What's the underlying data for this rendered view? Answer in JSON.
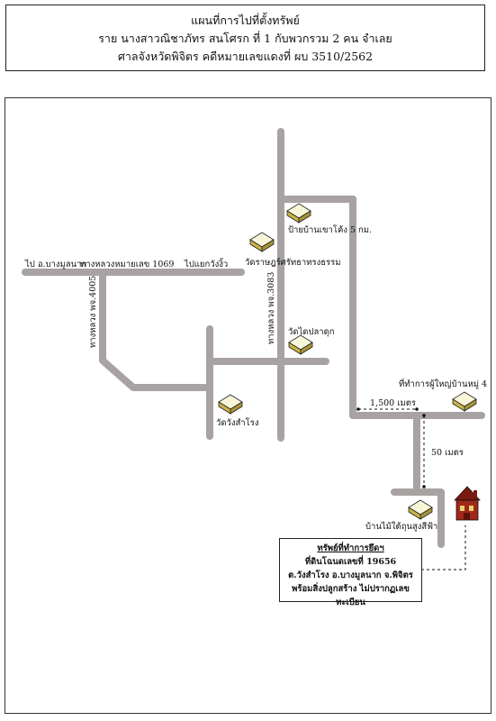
{
  "header": {
    "title": "แผนที่การไปที่ตั้งทรัพย์",
    "line2": "ราย นางสาวณิชาภัทร  สนโศรก ที่ 1 กับพวกรวม 2 คน  จำเลย",
    "line3": "ศาลจังหวัดพิจิตร   คดีหมายเลขแดงที่ ผบ 3510/2562"
  },
  "labels": {
    "to_bang_mun_nak": "ไป อ.บางมูลนาก",
    "highway_1069": "ทางหลวงหมายเลข 1069",
    "to_wang_ngio": "ไปแยกวังงิ้ว",
    "highway_4005": "ทางหลวง พจ.4005",
    "highway_3083": "ทางหลวง พจ.3083",
    "sign_khao_kong": "ป้ายบ้านเขาโค้ง 5 กม.",
    "wat_rat_burana": "วัดราษฎร์ศรัทธาทรงธรรม",
    "wat_dai_pla_duk": "วัดไดปลาดุก",
    "wat_wang_samrong": "วัดวังสำโรง",
    "village_head_office": "ที่ทำการผู้ใหญ่บ้านหมู่ 4",
    "dist_1500": "1,500 เมตร",
    "dist_50": "50 เมตร",
    "house_mai_dai": "บ้านไม้ใต้ถุนสูงสีฟ้า"
  },
  "property_box": {
    "title": "ทรัพย์ที่ทำการยึดฯ",
    "deed": "ที่ดินโฉนดเลขที่  19656",
    "location": "ต.วังสำโรง อ.บางมูลนาก จ.พิจิตร",
    "note": "พร้อมสิ่งปลูกสร้าง ไม่ปรากฏเลขทะเบียน"
  },
  "colors": {
    "road": "#a8a2a2",
    "building_top": "#f8f6d8",
    "building_side": "#c8b448",
    "house_red": "#a02818"
  }
}
